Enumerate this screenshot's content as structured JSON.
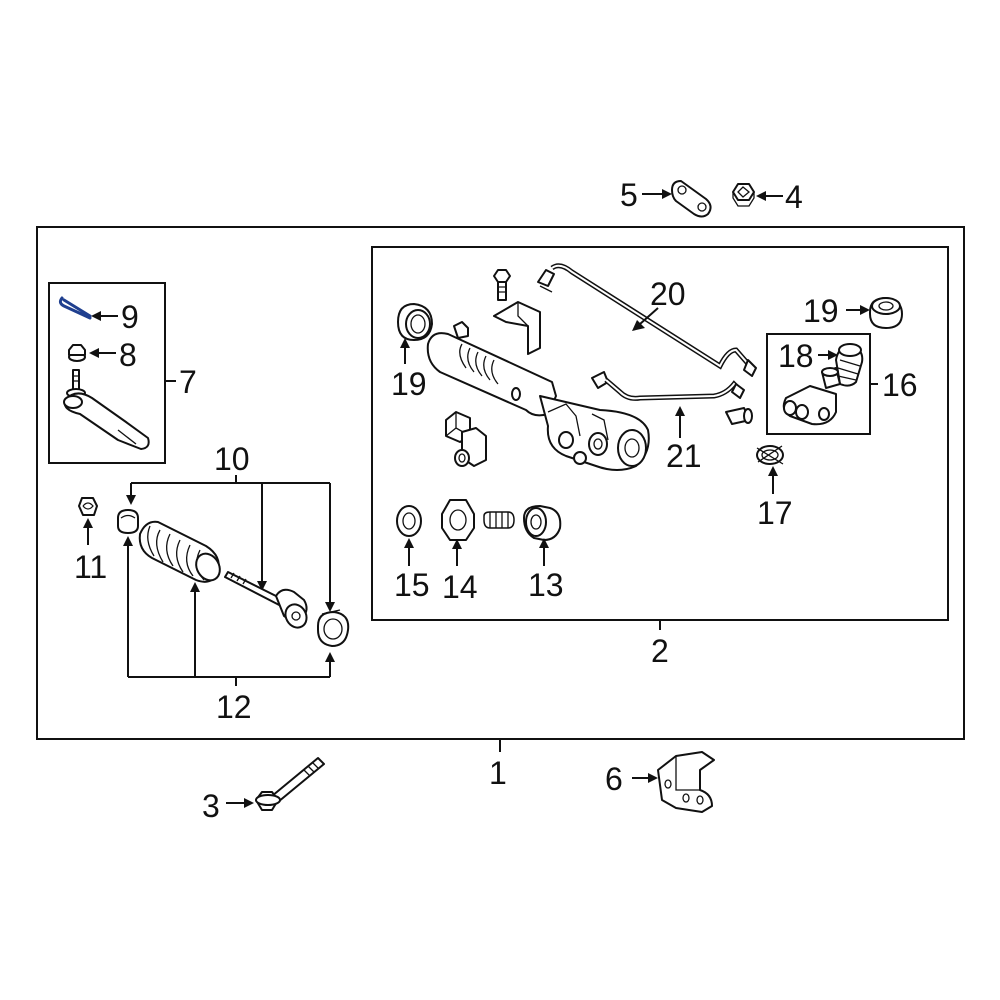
{
  "colors": {
    "ink": "#111111",
    "background": "#ffffff",
    "highlight": "#1f3f8f"
  },
  "callouts": {
    "c1": "1",
    "c2": "2",
    "c3": "3",
    "c4": "4",
    "c5": "5",
    "c6": "6",
    "c7": "7",
    "c8": "8",
    "c9": "9",
    "c10": "10",
    "c11": "11",
    "c12": "12",
    "c13": "13",
    "c14": "14",
    "c15": "15",
    "c16": "16",
    "c17": "17",
    "c18": "18",
    "c19a": "19",
    "c19b": "19",
    "c20": "20",
    "c21": "21"
  },
  "parts": [
    {
      "id": "3",
      "icon": "long-bolt-icon"
    },
    {
      "id": "4",
      "icon": "hex-nut-icon"
    },
    {
      "id": "5",
      "icon": "link-plate-icon"
    },
    {
      "id": "6",
      "icon": "mounting-bracket-icon"
    },
    {
      "id": "8",
      "icon": "flange-nut-icon"
    },
    {
      "id": "9",
      "icon": "cotter-pin-icon"
    },
    {
      "id": "7",
      "icon": "tie-rod-end-icon"
    },
    {
      "id": "10",
      "icon": "boot-clamp-icon"
    },
    {
      "id": "11",
      "icon": "lock-nut-icon"
    },
    {
      "id": "12",
      "icon": "inner-tie-rod-boot-icon"
    },
    {
      "id": "13",
      "icon": "bushing-icon"
    },
    {
      "id": "14",
      "icon": "adjuster-nut-icon"
    },
    {
      "id": "15",
      "icon": "seal-icon"
    },
    {
      "id": "16",
      "icon": "pinion-valve-icon"
    },
    {
      "id": "17",
      "icon": "o-ring-icon"
    },
    {
      "id": "18",
      "icon": "dust-boot-icon"
    },
    {
      "id": "19",
      "icon": "rack-bushing-icon"
    },
    {
      "id": "20",
      "icon": "pressure-line-icon"
    },
    {
      "id": "21",
      "icon": "return-line-icon"
    }
  ]
}
